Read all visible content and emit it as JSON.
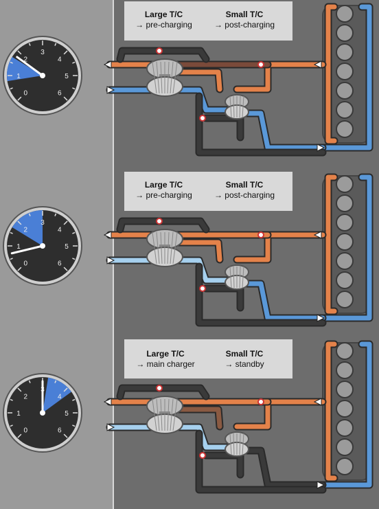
{
  "colors": {
    "hot": "#e4824a",
    "cold": "#5a98d8",
    "cold_light": "#a6d0ee",
    "idle": "#3a3a3a",
    "gauge_highlight": "#4a7fd6",
    "background": "#6d6d6d",
    "left_panel": "#9a9a9a"
  },
  "gauge_ticks": [
    "0",
    "1",
    "2",
    "3",
    "4",
    "5",
    "6"
  ],
  "panels": [
    {
      "large_title": "Large T/C",
      "large_role": "→ pre-charging",
      "small_title": "Small T/C",
      "small_role": "→ post-charging",
      "gauge_value": 1.8,
      "gauge_band": [
        0.8,
        1.7
      ],
      "hp_inlet": "cold",
      "hp_manifold": "cold",
      "hp_hot_bypass_active": false,
      "small_active": true
    },
    {
      "large_title": "Large T/C",
      "large_role": "→ pre-charging",
      "small_title": "Small T/C",
      "small_role": "→ post-charging",
      "gauge_value": 0.7,
      "gauge_band": [
        1.7,
        3.0
      ],
      "hp_inlet": "cold_light",
      "hp_manifold": "cold",
      "hp_hot_bypass_active": true,
      "small_active": true
    },
    {
      "large_title": "Large T/C",
      "large_role": "→ main charger",
      "small_title": "Small T/C",
      "small_role": "→ standby",
      "gauge_value": 3.0,
      "gauge_band": [
        3.2,
        4.2
      ],
      "hp_inlet": "cold_light",
      "hp_manifold": "cold",
      "hp_hot_bypass_active": true,
      "small_active": false
    }
  ]
}
